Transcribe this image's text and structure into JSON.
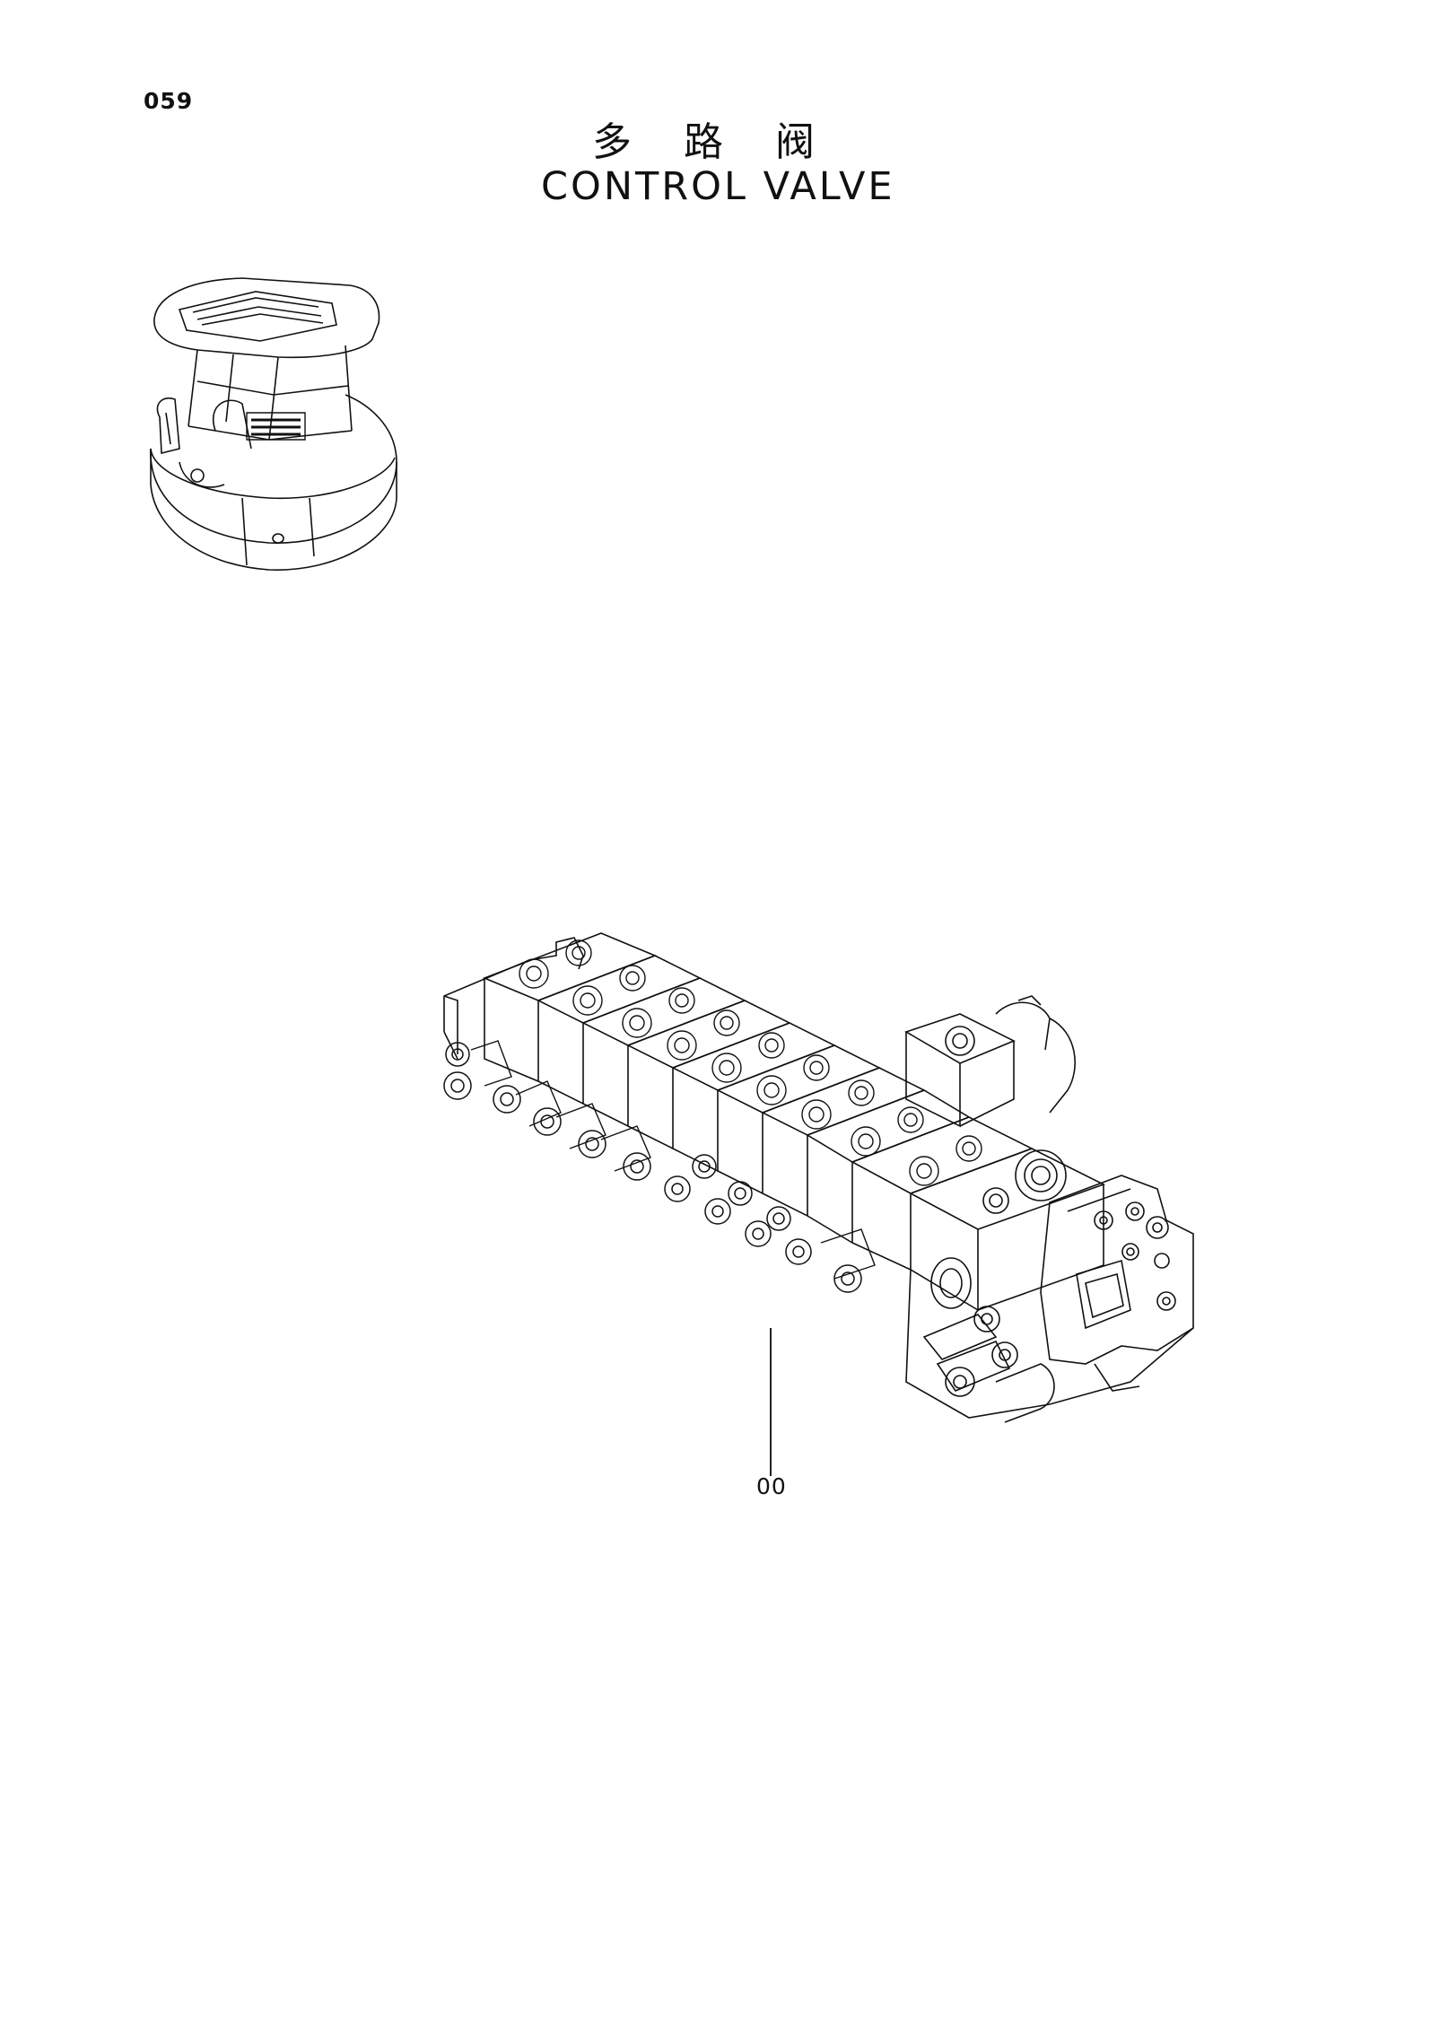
{
  "page": {
    "number": "059",
    "title_cn": "多 路 阀",
    "title_en": "CONTROL  VALVE"
  },
  "figures": {
    "locator_icon": "excavator-cab-locator-icon",
    "main_icon": "control-valve-assembly-icon"
  },
  "callouts": [
    {
      "label": "00"
    }
  ],
  "colors": {
    "ink": "#111111",
    "paper": "#ffffff"
  }
}
